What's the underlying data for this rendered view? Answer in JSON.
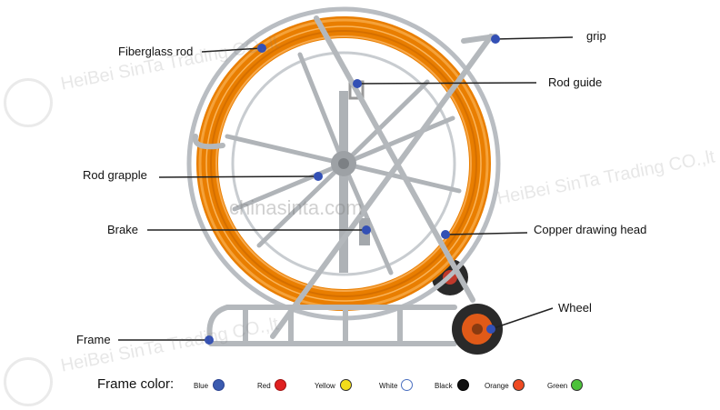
{
  "callouts": {
    "fiberglass_rod": "Fiberglass rod",
    "grip": "grip",
    "rod_guide": "Rod guide",
    "rod_grapple": "Rod grapple",
    "brake": "Brake",
    "copper_drawing_head": "Copper drawing head",
    "wheel": "Wheel",
    "frame": "Frame"
  },
  "legend": {
    "title": "Frame color:",
    "options": [
      {
        "label": "Blue",
        "color": "#3b5bb0"
      },
      {
        "label": "Red",
        "color": "#e02020"
      },
      {
        "label": "Yellow",
        "color": "#f2dd1a"
      },
      {
        "label": "White",
        "color": "#ffffff"
      },
      {
        "label": "Black",
        "color": "#111111"
      },
      {
        "label": "Orange",
        "color": "#ef4a22"
      },
      {
        "label": "Green",
        "color": "#4cc23a"
      }
    ]
  },
  "watermarks": {
    "company": "HeiBei SinTa Trading CO.,lt",
    "site": "chinasinta.com"
  },
  "colors": {
    "rod": "#f08c00",
    "frame": "#b8bcc0",
    "callout_dot": "#3350b5"
  }
}
